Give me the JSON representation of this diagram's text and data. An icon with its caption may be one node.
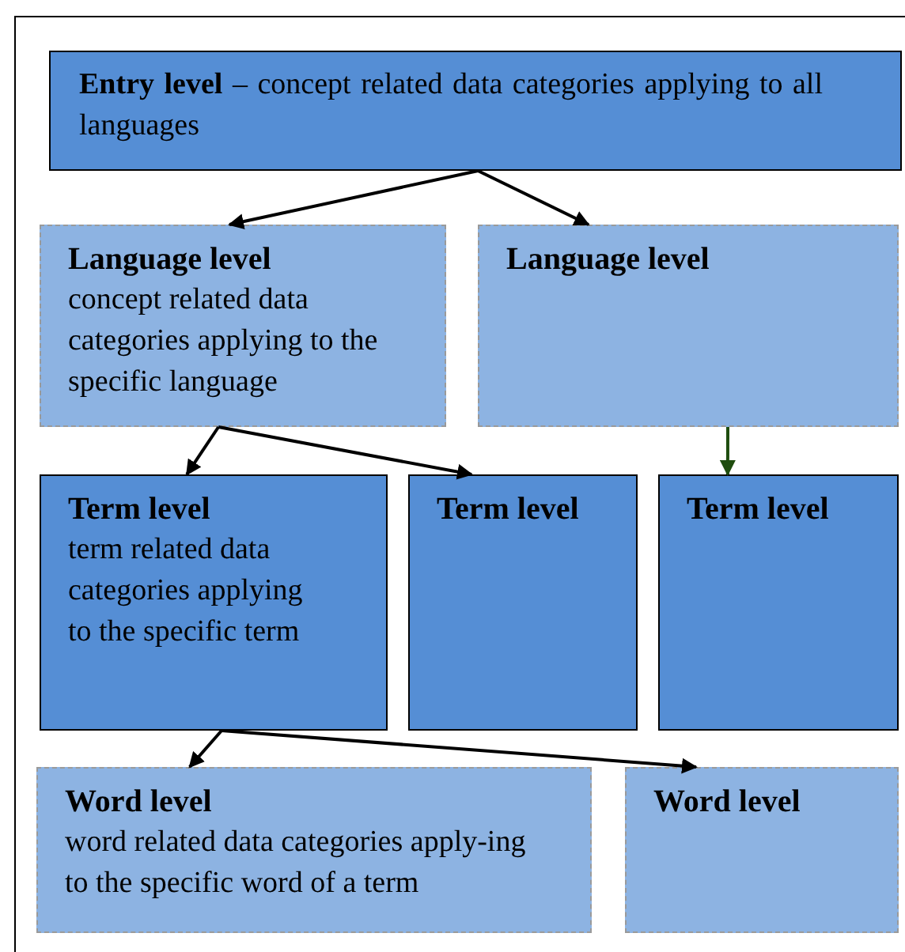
{
  "diagram": {
    "nodes": [
      {
        "text": [
          "**Entry level** – concept related data categories applying to all languages"
        ]
      },
      {
        "text": [
          "Language level",
          "concept related data categories applying to the specific language"
        ]
      },
      {
        "text": [
          "Language level"
        ]
      },
      {
        "text": [
          "Term level",
          "term related data categories applying to the specific term"
        ]
      },
      {
        "text": [
          "Term level"
        ]
      },
      {
        "text": [
          "Term level"
        ]
      },
      {
        "text": [
          "Word level",
          "word related data categories apply-ing to the specific word of a term"
        ]
      },
      {
        "text": [
          "Word level"
        ]
      }
    ],
    "edges": [
      {
        "from": 0,
        "to": 1,
        "arrow": "to"
      },
      {
        "from": 0,
        "to": 2,
        "arrow": "to"
      },
      {
        "from": 1,
        "to": 3,
        "arrow": "to"
      },
      {
        "from": 1,
        "to": 4,
        "arrow": "to"
      },
      {
        "from": 2,
        "to": 5,
        "arrow": "to",
        "color": "#1f4d0f"
      },
      {
        "from": 3,
        "to": 6,
        "arrow": "to"
      },
      {
        "from": 3,
        "to": 7,
        "arrow": "to"
      }
    ]
  }
}
